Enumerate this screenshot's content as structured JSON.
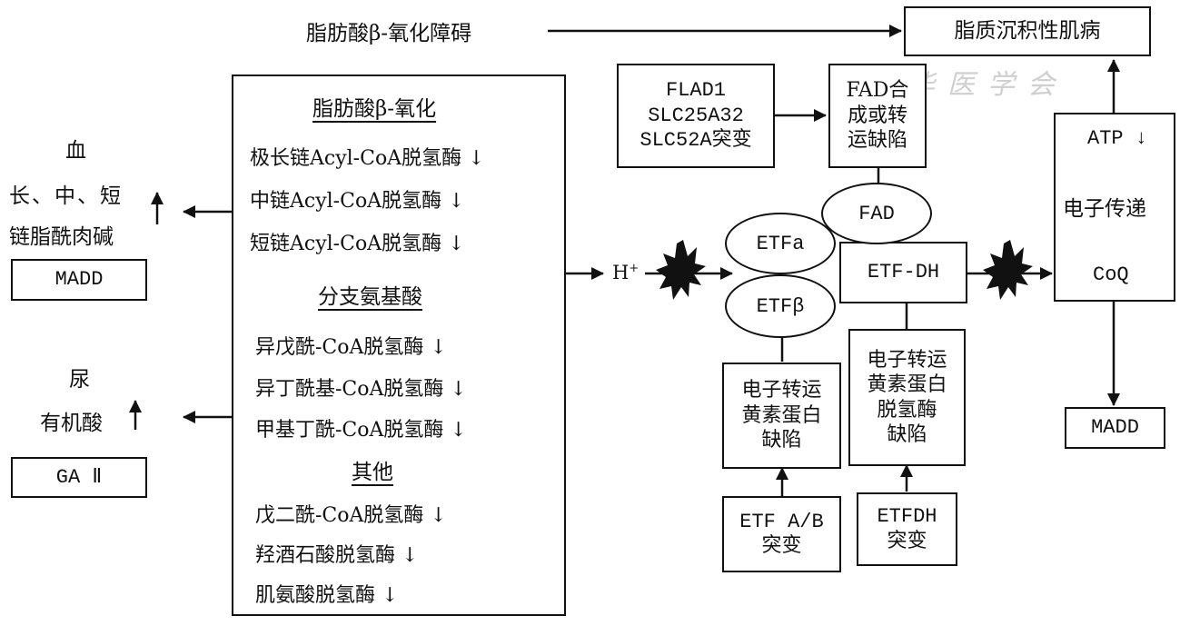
{
  "diagram": {
    "top_label": "脂肪酸β-氧化障碍",
    "lipid_myopathy": "脂质沉积性肌病",
    "mutation_genes": [
      "FLAD1",
      "SLC25A32",
      "SLC52A突变"
    ],
    "fad_defect": [
      "FAD合",
      "成或转",
      "运缺陷"
    ],
    "fad": "FAD",
    "etfa": "ETFa",
    "etfb": "ETFβ",
    "etfdh": "ETF-DH",
    "h_plus": "H",
    "h_plus_sup": "+",
    "etf_defect": [
      "电子转运",
      "黄素蛋白",
      "缺陷"
    ],
    "etfdh_defect": [
      "电子转运",
      "黄素蛋白",
      "脱氢酶",
      "缺陷"
    ],
    "etf_mutation": [
      "ETF A/B",
      "突变"
    ],
    "etfdh_mutation": [
      "ETFDH",
      "突变"
    ],
    "respiratory_chain": {
      "atp": "ATP ↓",
      "electron_transfer": "电子传递",
      "coq": "CoQ"
    },
    "madd_right": "MADD",
    "blood": {
      "heading": "血",
      "line1": "长、中、短",
      "line2": "链脂酰肉碱",
      "arrow": "↑",
      "badge": "MADD"
    },
    "urine": {
      "heading": "尿",
      "line1": "有机酸",
      "arrow": "↑",
      "badge": "GA Ⅱ"
    },
    "enzyme_box": {
      "sections": [
        {
          "title": "脂肪酸β-氧化",
          "items": [
            "极长链Acyl-CoA脱氢酶 ↓",
            "中链Acyl-CoA脱氢酶 ↓",
            "短链Acyl-CoA脱氢酶 ↓"
          ]
        },
        {
          "title": "分支氨基酸",
          "items": [
            "异戊酰-CoA脱氢酶 ↓",
            "异丁酰基-CoA脱氢酶 ↓",
            "甲基丁酰-CoA脱氢酶 ↓"
          ]
        },
        {
          "title": "其他",
          "items": [
            "戊二酰-CoA脱氢酶 ↓",
            "羟酒石酸脱氢酶 ↓",
            "肌氨酸脱氢酶 ↓"
          ]
        }
      ]
    },
    "watermark": "中华医学会"
  }
}
